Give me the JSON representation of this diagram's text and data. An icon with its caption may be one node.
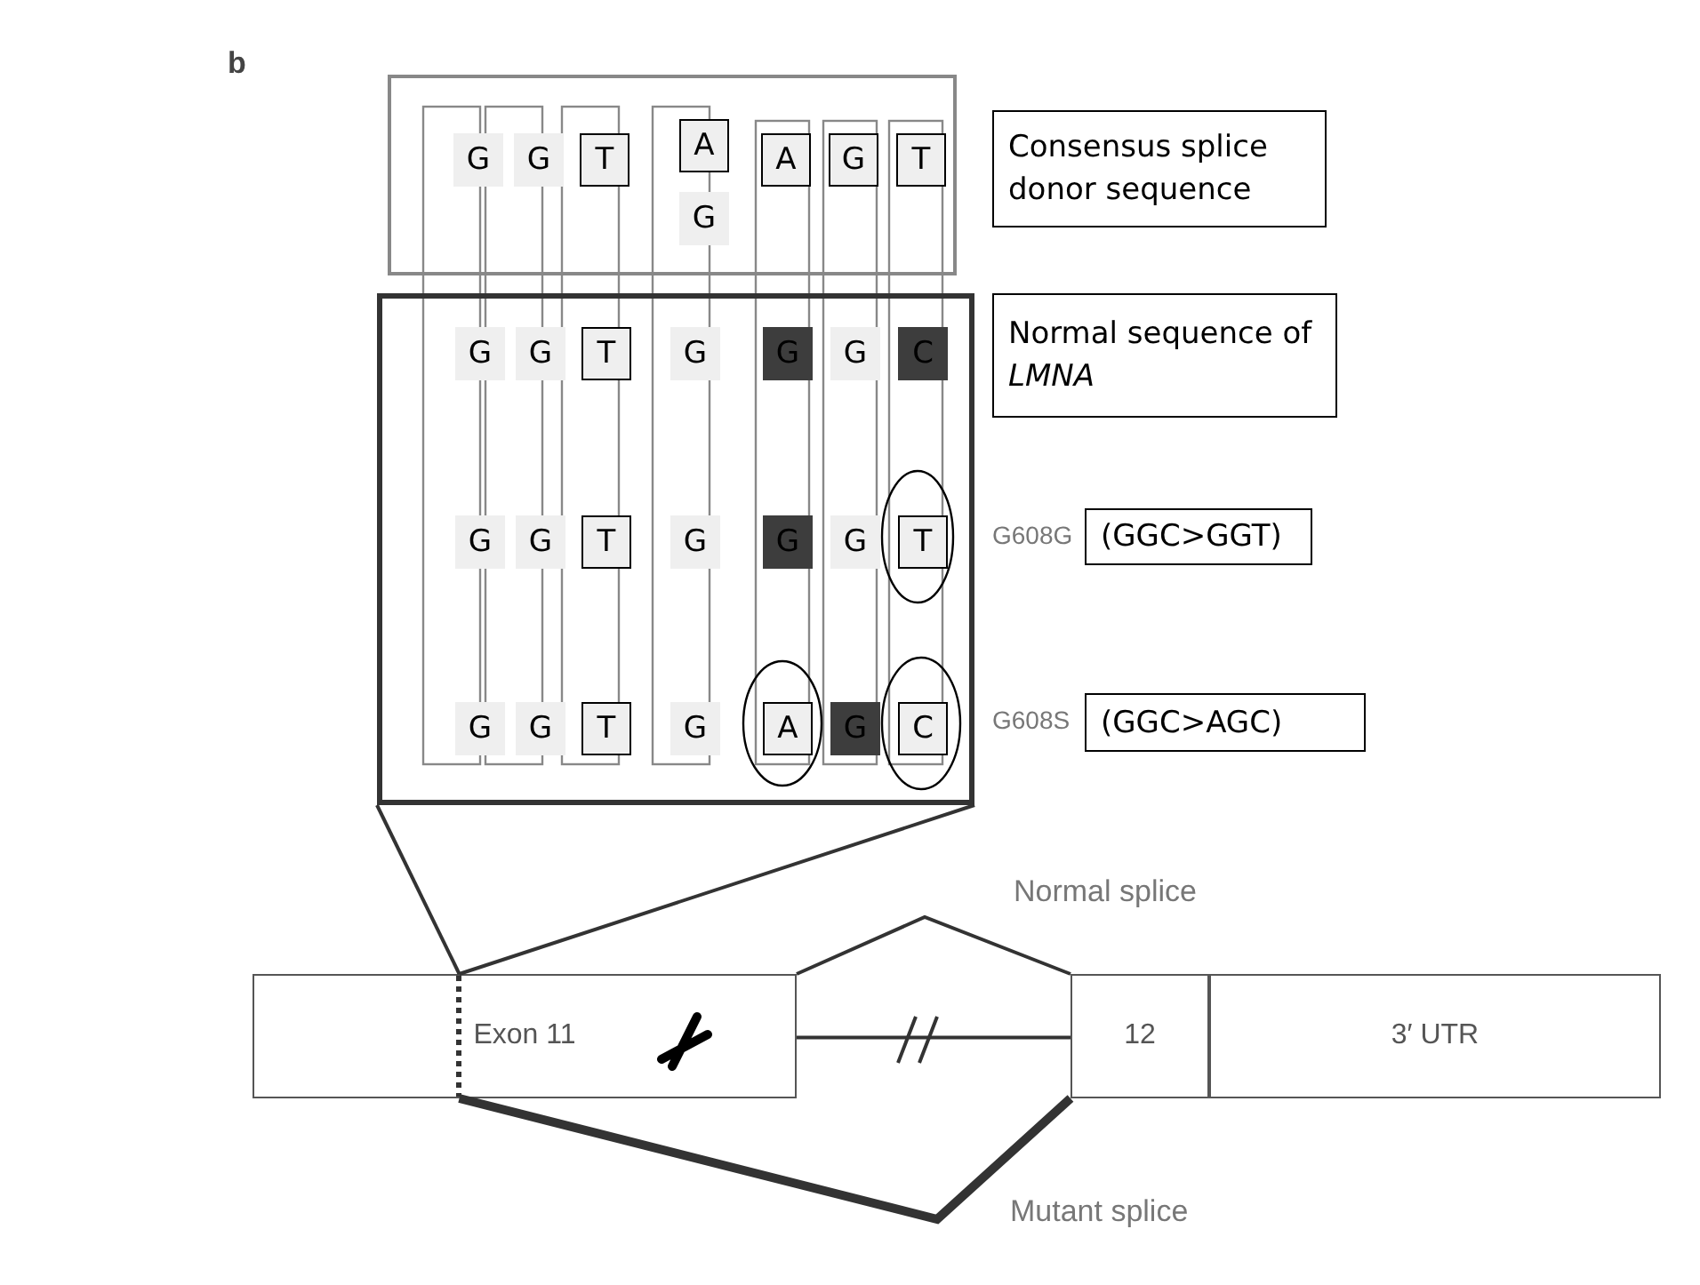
{
  "diagram": {
    "nodes": [
      {
        "text": [],
        "shape": "box"
      },
      {
        "text": [
          "G"
        ],
        "in": 0
      },
      {
        "text": [
          "G"
        ],
        "in": 0
      },
      {
        "text": [
          "T"
        ],
        "in": 0
      },
      {
        "text": [
          "A"
        ],
        "in": 0
      },
      {
        "text": [
          "G"
        ],
        "in": 0
      },
      {
        "text": [
          "A"
        ],
        "in": 0
      },
      {
        "text": [
          "G"
        ],
        "in": 0
      },
      {
        "text": [
          "T"
        ],
        "in": 0
      },
      {
        "text": [
          "Consensus splice donor sequence"
        ]
      },
      {
        "text": [],
        "shape": "box"
      },
      {
        "text": [
          "G"
        ],
        "in": 10
      },
      {
        "text": [
          "G"
        ],
        "in": 10
      },
      {
        "text": [
          "T"
        ],
        "in": 10
      },
      {
        "text": [
          "G"
        ],
        "in": 10
      },
      {
        "text": [
          "G"
        ],
        "in": 10
      },
      {
        "text": [
          "G"
        ],
        "in": 10
      },
      {
        "text": [
          "C"
        ],
        "in": 10
      },
      {
        "text": [
          "Normal sequence of *LMNA*"
        ]
      },
      {
        "text": [
          "G"
        ],
        "in": 10
      },
      {
        "text": [
          "G"
        ],
        "in": 10
      },
      {
        "text": [
          "T"
        ],
        "in": 10
      },
      {
        "text": [
          "G"
        ],
        "in": 10
      },
      {
        "text": [
          "G"
        ],
        "in": 10
      },
      {
        "text": [
          "G"
        ],
        "in": 10
      },
      {
        "text": [
          "T"
        ],
        "in": 10
      },
      {
        "text": [
          "(GGC>GGT)"
        ]
      },
      {
        "text": [
          "G"
        ],
        "in": 10
      },
      {
        "text": [
          "G"
        ],
        "in": 10
      },
      {
        "text": [
          "T"
        ],
        "in": 10
      },
      {
        "text": [
          "G"
        ],
        "in": 10
      },
      {
        "text": [
          "A"
        ],
        "in": 10
      },
      {
        "text": [
          "G"
        ],
        "in": 10
      },
      {
        "text": [
          "C"
        ],
        "in": 10
      },
      {
        "text": [
          "(GGC>AGC)"
        ]
      },
      {
        "text": [
          "Exon 11"
        ]
      },
      {
        "text": [
          "12"
        ]
      },
      {
        "text": [
          "3′ UTR"
        ]
      }
    ],
    "edges": [
      {
        "from": 10,
        "to": 35,
        "arrow": "none"
      },
      {
        "from": 10,
        "to": 35,
        "arrow": "none"
      },
      {
        "from": 35,
        "to": 36,
        "arrow": "none"
      },
      {
        "from": 35,
        "to": 36,
        "arrow": "none",
        "label": "Normal splice"
      },
      {
        "from": 35,
        "to": 36,
        "arrow": "none",
        "label": "Mutant splice",
        "style": "thick"
      }
    ],
    "labels": [
      "b",
      "G608G",
      "G608S"
    ]
  }
}
